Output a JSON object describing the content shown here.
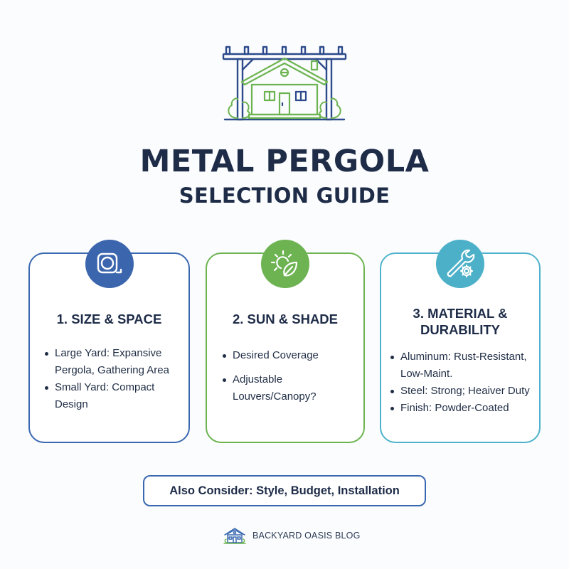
{
  "header": {
    "title_line1": "METAL PERGOLA",
    "title_line2": "SELECTION GUIDE",
    "hero_icon": "pergola-house-icon"
  },
  "colors": {
    "navy": "#1e2c48",
    "blue": "#3a68b0",
    "green": "#6cb450",
    "teal": "#4fb2cc",
    "background": "#fbfcfd"
  },
  "cards": [
    {
      "icon": "tape-measure-icon",
      "title": "1. SIZE & SPACE",
      "bullets": [
        "Large Yard: Expansive Pergola, Gathering Area",
        "Small Yard: Compact Design"
      ]
    },
    {
      "icon": "sun-leaf-icon",
      "title": "2. SUN & SHADE",
      "bullets": [
        "Desired Coverage",
        "Adjustable Louvers/Canopy?"
      ]
    },
    {
      "icon": "wrench-gear-icon",
      "title": "3. MATERIAL & DURABILITY",
      "bullets": [
        "Aluminum: Rust-Resistant, Low-Maint.",
        "Steel: Strong; Heaiver Duty",
        "Finish: Powder-Coated"
      ]
    }
  ],
  "banner": {
    "text": "Also Consider: Style, Budget, Installation"
  },
  "footer": {
    "icon": "house-logo-icon",
    "brand": "BACKYARD OASIS BLOG"
  }
}
